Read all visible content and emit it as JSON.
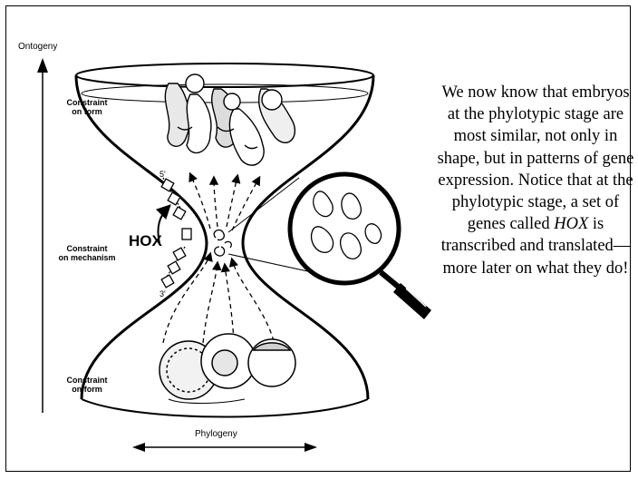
{
  "diagram": {
    "ontogeny_label": "Ontogeny",
    "phylogeny_label": "Phylogeny",
    "constraint_top": [
      "Constraint",
      "on form"
    ],
    "constraint_middle": [
      "Constraint",
      "on mechanism"
    ],
    "constraint_bottom": [
      "Constraint",
      "on form"
    ],
    "hox_label": "HOX",
    "five_prime": "5'",
    "three_prime": "3'"
  },
  "text": {
    "part1": "We now know that embryos at the phylotypic stage are most similar, not only in shape, but in patterns of gene expression. Notice that at the phylotypic stage, a set of genes called ",
    "hox_italic": "HOX",
    "part2": " is transcribed and translated—more later on what they do!"
  }
}
